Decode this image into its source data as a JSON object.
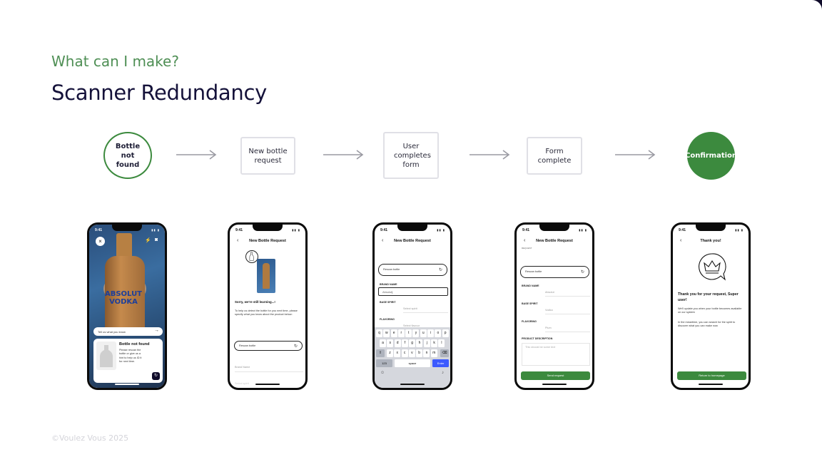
{
  "eyebrow": "What can I make?",
  "title": "Scanner Redundancy",
  "footer": "©Voulez Vous 2025",
  "colors": {
    "accent_green": "#3c8a3e",
    "eyebrow_green": "#4f8f55",
    "title_navy": "#15123a",
    "arrow_gray": "#9a9aa2",
    "keyboard_blue": "#3d5afe"
  },
  "flow": {
    "steps": [
      "Bottle not found",
      "New bottle request",
      "User completes form",
      "Form complete",
      "Confirmation"
    ],
    "arrow_icon": "right-arrow-icon"
  },
  "status_time": "9:41",
  "phone1": {
    "bottle_brand": "ABSOLUT",
    "bottle_type": "VODKA",
    "search_placeholder": "Tell us what you know",
    "card_title": "Bottle not found",
    "card_body": "Please rescan the bottle or give us a hint to help us ID it for next time."
  },
  "phone2": {
    "nav_title": "New Bottle Request",
    "heading": "Sorry, we're still learning...!",
    "body": "To help us detect the bottle for you next time, please specify what you know about the product below:",
    "rescan": "Rescan bottle",
    "brand_placeholder": "Brand Name",
    "spirit_placeholder": "Select spirit"
  },
  "phone3": {
    "nav_title": "New Bottle Request",
    "rescan": "Rescan bottle",
    "brand_label": "BRAND NAME",
    "brand_value": "Absolut",
    "spirit_label": "BASE SPIRIT",
    "spirit_placeholder": "Select spirit",
    "flavoring_label": "FLAVORING",
    "flavoring_placeholder": "Select flavour",
    "keys_row1": [
      "q",
      "w",
      "e",
      "r",
      "t",
      "y",
      "u",
      "i",
      "o",
      "p"
    ],
    "keys_row2": [
      "a",
      "s",
      "d",
      "f",
      "g",
      "h",
      "j",
      "k",
      "l"
    ],
    "keys_row3": [
      "z",
      "x",
      "c",
      "v",
      "b",
      "n",
      "m"
    ],
    "key_numbers": "123",
    "key_space": "space",
    "key_enter": "Enter"
  },
  "phone4": {
    "nav_title": "New Bottle Request",
    "mini_header": "REQUEST",
    "rescan": "Rescan bottle",
    "brand_label": "BRAND NAME",
    "brand_value": "Absolut",
    "spirit_label": "BASE SPIRIT",
    "spirit_value": "Vodka",
    "flavoring_label": "FLAVORING",
    "flavoring_value": "Plum",
    "desc_label": "PRODUCT DESCRIPTION",
    "desc_placeholder": "This should be some text",
    "button": "Send request"
  },
  "phone5": {
    "nav_title": "Thank you!",
    "heading": "Thank you for your request, Super user!",
    "body1": "We'll update you when your bottle becomes available on our system",
    "body2": "In the meantime, you can search for the spirit to discover what you can make now",
    "button": "Return to homepage"
  }
}
